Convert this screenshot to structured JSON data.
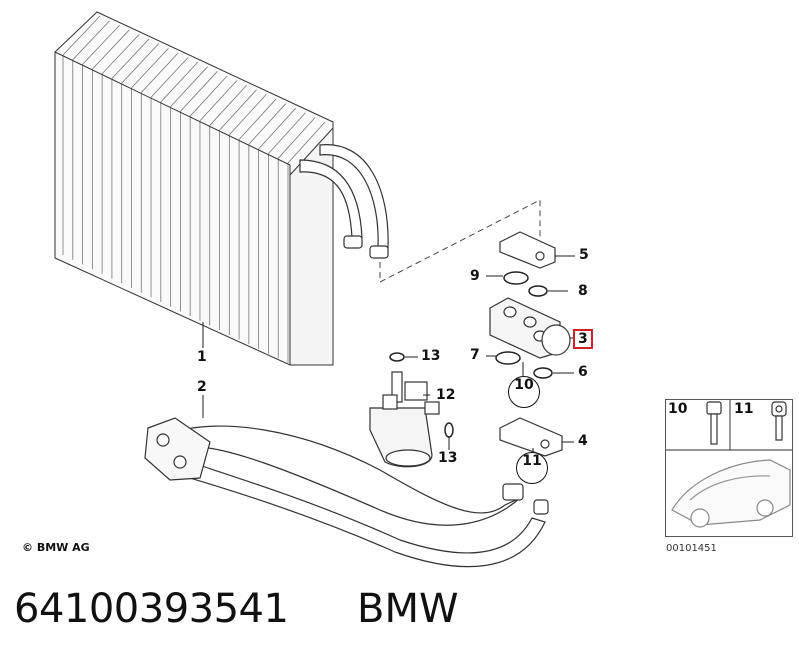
{
  "callouts": {
    "c1": "1",
    "c2": "2",
    "c3": "3",
    "c4": "4",
    "c5": "5",
    "c6": "6",
    "c7": "7",
    "c8": "8",
    "c9": "9",
    "c10": "10",
    "c11": "11",
    "c12": "12",
    "c13a": "13",
    "c13b": "13"
  },
  "copyright": "© BMW AG",
  "inset": {
    "label_a": "10",
    "label_b": "11"
  },
  "diagram_id": "00101451",
  "part_number": "64100393541",
  "brand": "BMW",
  "colors": {
    "highlight": "#d0202a",
    "line": "#222222"
  }
}
